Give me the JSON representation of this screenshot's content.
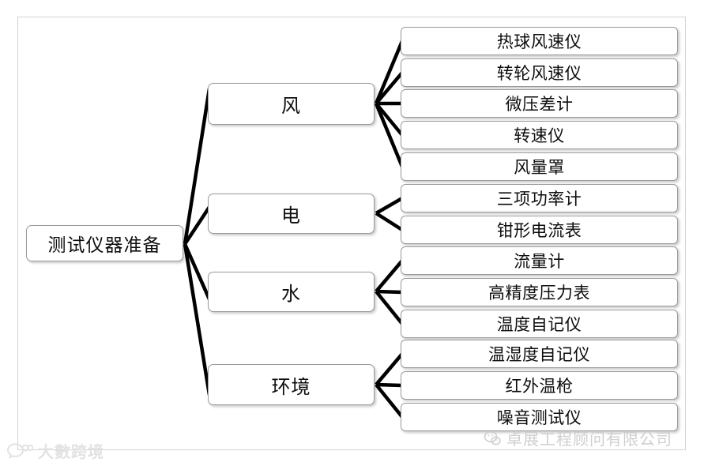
{
  "diagram": {
    "type": "tree-mindmap",
    "root": {
      "label": "测试仪器准备"
    },
    "categories": [
      {
        "label": "风"
      },
      {
        "label": "电"
      },
      {
        "label": "水"
      },
      {
        "label": "环境"
      }
    ],
    "leaves": [
      {
        "label": "热球风速仪",
        "parent": "风"
      },
      {
        "label": "转轮风速仪",
        "parent": "风"
      },
      {
        "label": "微压差计",
        "parent": "风"
      },
      {
        "label": "转速仪",
        "parent": "风"
      },
      {
        "label": "风量罩",
        "parent": "风"
      },
      {
        "label": "三项功率计",
        "parent": "电"
      },
      {
        "label": "钳形电流表",
        "parent": "电"
      },
      {
        "label": "流量计",
        "parent": "水"
      },
      {
        "label": "高精度压力表",
        "parent": "水"
      },
      {
        "label": "温度自记仪",
        "parent": "水"
      },
      {
        "label": "温湿度自记仪",
        "parent": "环境"
      },
      {
        "label": "红外温枪",
        "parent": "环境"
      },
      {
        "label": "噪音测试仪",
        "parent": "环境"
      }
    ]
  },
  "watermarks": {
    "bottom_left": {
      "text": "大數跨境",
      "icon": "wechat-logo-icon",
      "color": "#e2e2e4"
    },
    "bottom_right": {
      "text": "卓展工程顾问有限公司",
      "icon": "wechat-logo-icon",
      "color": "#cfcfcf"
    }
  },
  "colors": {
    "node_border": "#9a9a9a",
    "node_fill": "#ffffff",
    "connector": "#000000",
    "frame": "#d3d3d3",
    "text": "#0d0d0d"
  }
}
